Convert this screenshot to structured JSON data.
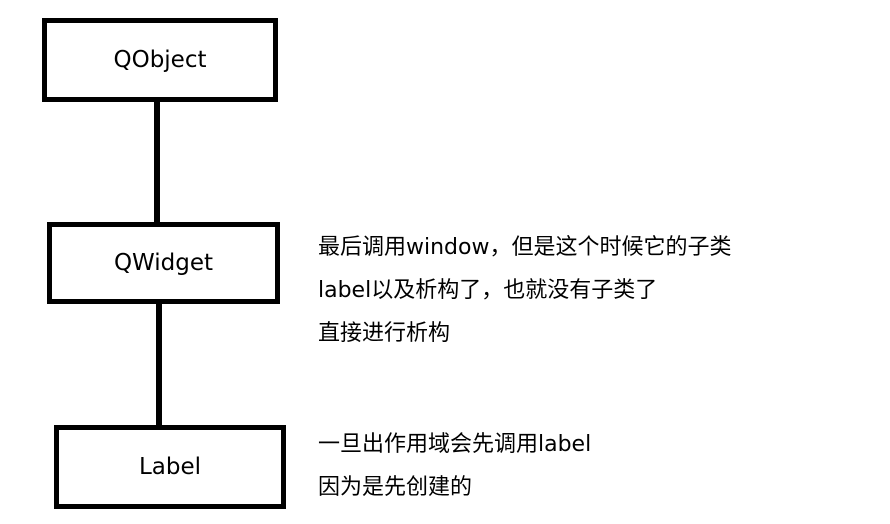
{
  "diagram": {
    "nodes": [
      {
        "id": "qobject",
        "label": "QObject"
      },
      {
        "id": "qwidget",
        "label": "QWidget"
      },
      {
        "id": "label",
        "label": "Label"
      }
    ],
    "edges": [
      {
        "from": "qobject",
        "to": "qwidget"
      },
      {
        "from": "qwidget",
        "to": "label"
      }
    ],
    "annotations": {
      "qwidget": [
        "最后调用window，但是这个时候它的子类",
        "label以及析构了，也就没有子类了",
        "直接进行析构"
      ],
      "label": [
        "一旦出作用域会先调用label",
        "因为是先创建的"
      ]
    },
    "colors": {
      "stroke": "#000000",
      "background": "#ffffff"
    }
  }
}
